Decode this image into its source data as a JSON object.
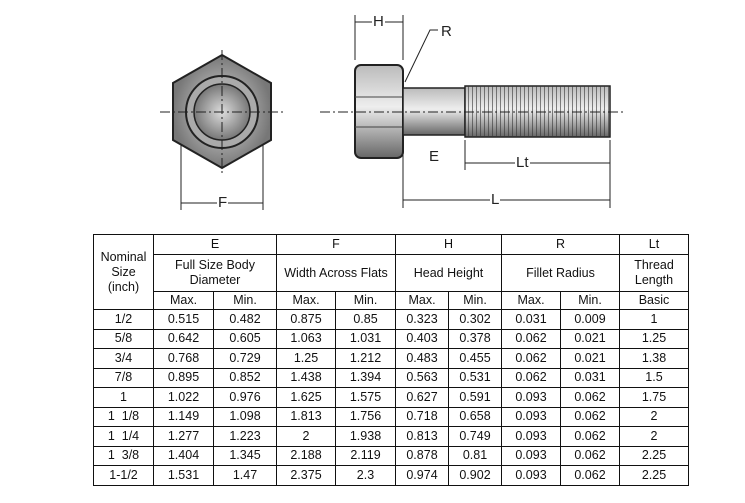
{
  "diagram": {
    "labels": {
      "h": "H",
      "r": "R",
      "e": "E",
      "lt": "Lt",
      "f": "F",
      "l": "L"
    }
  },
  "table": {
    "nominal_header": "Nominal Size (inch)",
    "groups": [
      {
        "letter": "E",
        "desc": "Full Size Body Diameter"
      },
      {
        "letter": "F",
        "desc": "Width Across Flats"
      },
      {
        "letter": "H",
        "desc": "Head Height"
      },
      {
        "letter": "R",
        "desc": "Fillet Radius"
      },
      {
        "letter": "Lt",
        "desc": "Thread Length"
      }
    ],
    "subheaders": [
      "Max.",
      "Min.",
      "Max.",
      "Min.",
      "Max.",
      "Min.",
      "Max.",
      "Min.",
      "Basic"
    ],
    "rows": [
      [
        "1/2",
        "0.515",
        "0.482",
        "0.875",
        "0.85",
        "0.323",
        "0.302",
        "0.031",
        "0.009",
        "1"
      ],
      [
        "5/8",
        "0.642",
        "0.605",
        "1.063",
        "1.031",
        "0.403",
        "0.378",
        "0.062",
        "0.021",
        "1.25"
      ],
      [
        "3/4",
        "0.768",
        "0.729",
        "1.25",
        "1.212",
        "0.483",
        "0.455",
        "0.062",
        "0.021",
        "1.38"
      ],
      [
        "7/8",
        "0.895",
        "0.852",
        "1.438",
        "1.394",
        "0.563",
        "0.531",
        "0.062",
        "0.031",
        "1.5"
      ],
      [
        "1",
        "1.022",
        "0.976",
        "1.625",
        "1.575",
        "0.627",
        "0.591",
        "0.093",
        "0.062",
        "1.75"
      ],
      [
        "1  1/8",
        "1.149",
        "1.098",
        "1.813",
        "1.756",
        "0.718",
        "0.658",
        "0.093",
        "0.062",
        "2"
      ],
      [
        "1  1/4",
        "1.277",
        "1.223",
        "2",
        "1.938",
        "0.813",
        "0.749",
        "0.093",
        "0.062",
        "2"
      ],
      [
        "1  3/8",
        "1.404",
        "1.345",
        "2.188",
        "2.119",
        "0.878",
        "0.81",
        "0.093",
        "0.062",
        "2.25"
      ],
      [
        "1-1/2",
        "1.531",
        "1.47",
        "2.375",
        "2.3",
        "0.974",
        "0.902",
        "0.093",
        "0.062",
        "2.25"
      ]
    ]
  }
}
